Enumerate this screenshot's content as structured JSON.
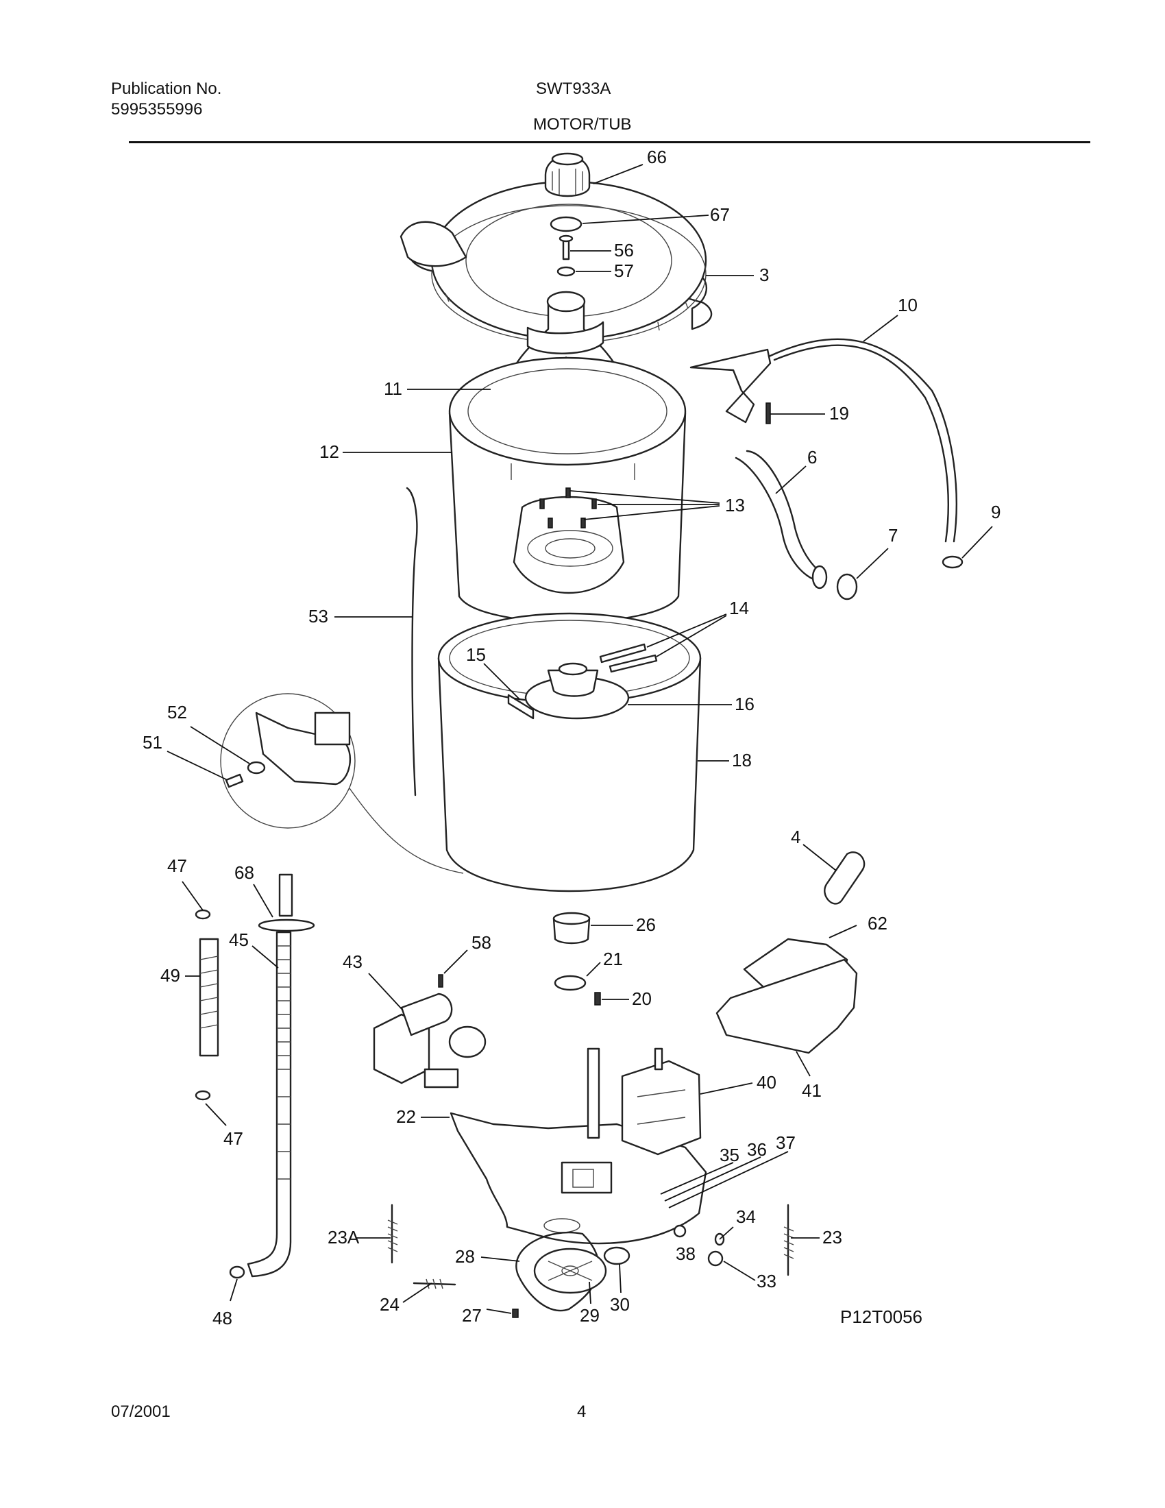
{
  "header": {
    "publication_label": "Publication No.",
    "publication_number": "5995355996",
    "model": "SWT933A",
    "section_title": "MOTOR/TUB"
  },
  "figure": {
    "id": "P12T0056",
    "callouts": [
      "66",
      "67",
      "56",
      "57",
      "3",
      "10",
      "19",
      "11",
      "12",
      "6",
      "13",
      "9",
      "7",
      "53",
      "14",
      "15",
      "16",
      "52",
      "51",
      "18",
      "4",
      "47",
      "68",
      "26",
      "62",
      "45",
      "58",
      "21",
      "49",
      "43",
      "20",
      "40",
      "41",
      "22",
      "35",
      "36",
      "37",
      "47",
      "23A",
      "34",
      "23",
      "28",
      "38",
      "33",
      "24",
      "30",
      "48",
      "27",
      "29"
    ]
  },
  "footer": {
    "date": "07/2001",
    "page": "4"
  }
}
